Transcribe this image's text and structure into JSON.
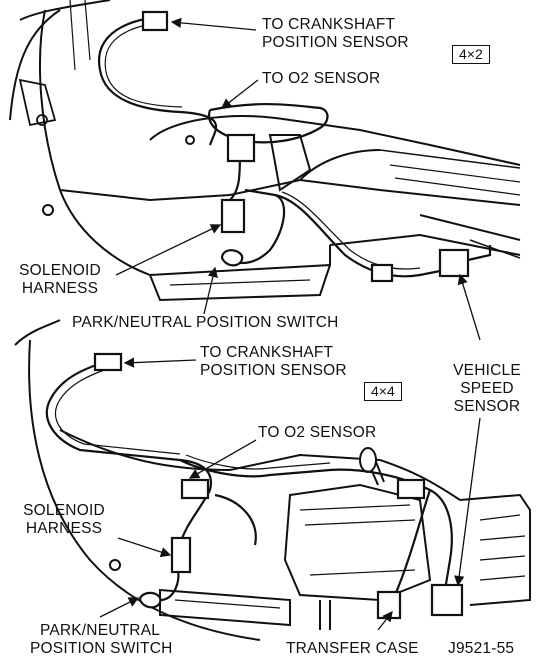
{
  "labels": {
    "crank_4x2_l1": "TO CRANKSHAFT",
    "crank_4x2_l2": "POSITION SENSOR",
    "o2_4x2": "TO O2 SENSOR",
    "drive_4x2": "4×2",
    "solenoid_4x2_l1": "SOLENOID",
    "solenoid_4x2_l2": "HARNESS",
    "park_4x2": "PARK/NEUTRAL POSITION SWITCH",
    "crank_4x4_l1": "TO CRANKSHAFT",
    "crank_4x4_l2": "POSITION SENSOR",
    "drive_4x4": "4×4",
    "vss_l1": "VEHICLE",
    "vss_l2": "SPEED",
    "vss_l3": "SENSOR",
    "o2_4x4": "TO O2 SENSOR",
    "solenoid_4x4_l1": "SOLENOID",
    "solenoid_4x4_l2": "HARNESS",
    "park_4x4_l1": "PARK/NEUTRAL",
    "park_4x4_l2": "POSITION SWITCH",
    "transfer_case": "TRANSFER CASE",
    "figure_id": "J9521-55"
  }
}
